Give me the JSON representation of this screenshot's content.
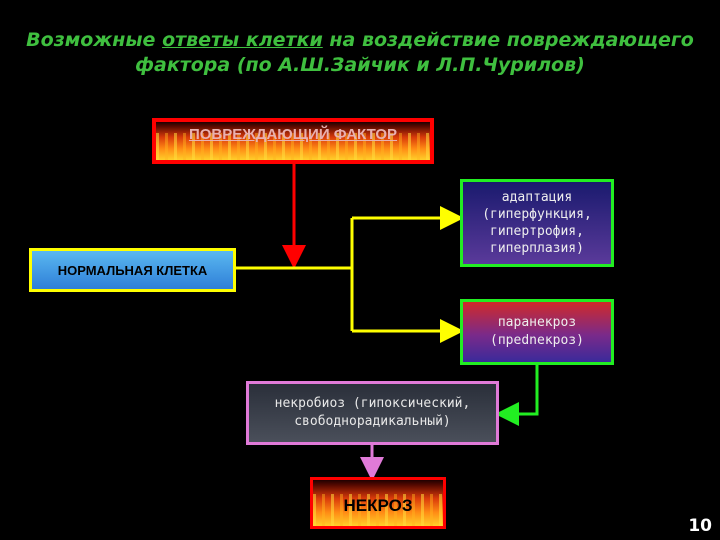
{
  "title": {
    "line1_a": "Возможные ",
    "line1_u": "ответы клетки",
    "line1_b": " на воздействие повреждающего",
    "line2": "фактора (по А.Ш.Зайчик и Л.П.Чурилов)"
  },
  "nodes": {
    "damaging_factor": "ПОВРЕЖДАЮЩИЙ ФАКТОР",
    "normal_cell": "НОРМАЛЬНАЯ КЛЕТКА",
    "adaptation": [
      "адаптация",
      "(гиперфункция,",
      "гипертрофия,",
      "гиперплазия)"
    ],
    "paranecrosis": [
      "паранекроз",
      "(прednекроз)"
    ],
    "necrobiosis": [
      "некробиоз (гипоксический,",
      "свободнорадикальный)"
    ],
    "necrosis": "НЕКРОЗ"
  },
  "page_number": "10",
  "colors": {
    "title": "#3fbf3f",
    "red_border": "#ff0000",
    "yellow": "#ffff00",
    "green": "#22ee22",
    "pink": "#e07ad8"
  }
}
